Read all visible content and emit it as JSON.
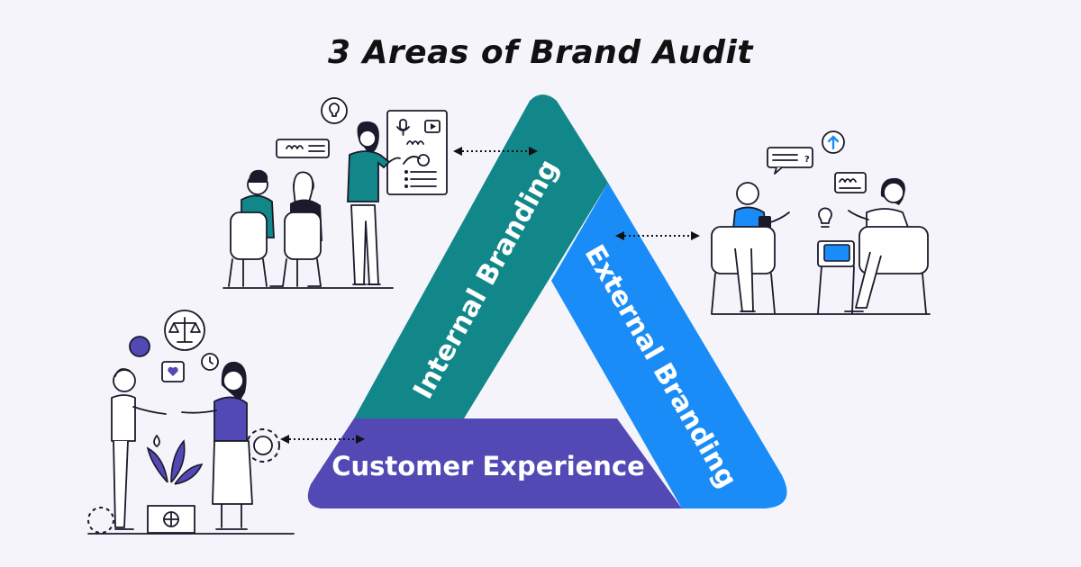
{
  "title": "3 Areas of Brand Audit",
  "segments": {
    "internal": {
      "label": "Internal Branding",
      "color": "#12878a"
    },
    "external": {
      "label": "External Branding",
      "color": "#1a8cf7"
    },
    "customer": {
      "label": "Customer Experience",
      "color": "#5249b5"
    }
  },
  "icons": {
    "lightbulb": "lightbulb-icon",
    "microphone": "microphone-icon",
    "play": "play-icon",
    "arrow_up": "arrow-up-icon",
    "question_bubble": "question-speech-bubble-icon",
    "scale": "balance-scale-icon",
    "heart": "heart-speech-bubble-icon",
    "clock": "clock-icon",
    "gear": "gear-icon",
    "globe": "globe-icon",
    "laptop": "laptop-icon"
  }
}
